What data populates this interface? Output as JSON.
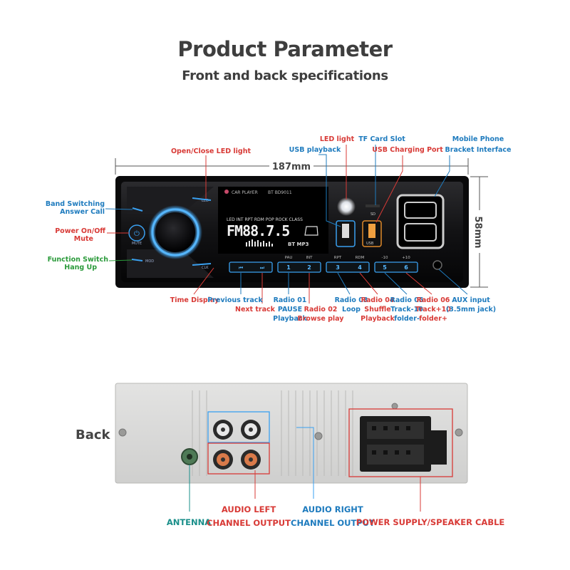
{
  "header": {
    "title": "Product Parameter",
    "subtitle": "Front and back specifications"
  },
  "dimensions": {
    "width": "187mm",
    "height": "58mm"
  },
  "device": {
    "brand": "CAR PLAYER",
    "model": "BT  BD9011",
    "display_text": "FM88.7.5",
    "display_small": "BT  MP3",
    "mode_row": "LED  INT  RPT  RDM  POP  ROCK  CLASS",
    "led_button": "LED",
    "mute_button": "MUTE",
    "mod_button": "MOD",
    "clk_button": "CLK",
    "preset_labels": [
      "PAU",
      "INT",
      "RPT",
      "RDM",
      "-10",
      "+10"
    ],
    "preset_numbers": [
      "1",
      "2",
      "3",
      "4",
      "5",
      "6"
    ],
    "usb_text": "USB",
    "sd_text": "SD"
  },
  "front_labels": {
    "open_close_led": "Open/Close LED light",
    "band_switching": [
      "Band Switching",
      "Answer Call"
    ],
    "power_mute": [
      "Power On/Off",
      "Mute"
    ],
    "function_switch": [
      "Function Switch",
      "Hang Up"
    ],
    "led_light": "LED light",
    "usb_playback": "USB playback",
    "tf_card": "TF Card Slot",
    "usb_charging": "USB Charging Port",
    "mobile_phone": [
      "Mobile Phone",
      "Bracket Interface"
    ],
    "time_display": "Time Display",
    "previous_track": "Previous track",
    "next_track": "Next track",
    "radio01": [
      "Radio 01",
      "PAUSE",
      "Playback"
    ],
    "radio02": [
      "Radio 02",
      "Browse play"
    ],
    "radio03": [
      "Radio 03",
      "Loop"
    ],
    "radio04": [
      "Radio 04",
      "Shuffle",
      "Playback"
    ],
    "radio05": [
      "Radio 05",
      "Track-10",
      "folder-"
    ],
    "radio06": [
      "Radio 06",
      "Track+10",
      "folder+"
    ],
    "aux": [
      "AUX input",
      "(3.5mm jack)"
    ]
  },
  "back": {
    "label": "Back",
    "antenna": "ANTENNA",
    "audio_left": [
      "AUDIO LEFT",
      "CHANNEL OUTPUT"
    ],
    "audio_right": [
      "AUDIO RIGHT",
      "CHANNEL OUTPUT"
    ],
    "power": "POWER SUPPLY/SPEAKER CABLE"
  },
  "colors": {
    "red": "#d83a36",
    "blue": "#1e7bbe",
    "green": "#2a9a3a",
    "accent_glow": "#3aa0f0"
  }
}
